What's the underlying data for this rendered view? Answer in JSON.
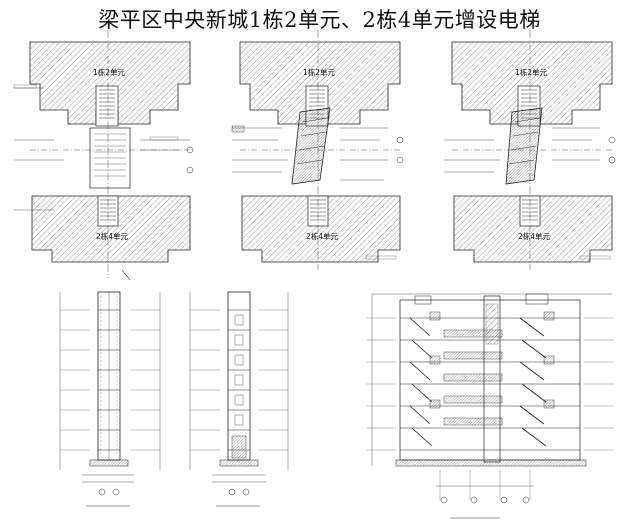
{
  "drawing": {
    "title": "梁平区中央新城1栋2单元、2栋4单元增设电梯"
  },
  "plans": [
    {
      "upper_label": "1栋2单元",
      "lower_label": "2栋4单元"
    },
    {
      "upper_label": "1栋2单元",
      "lower_label": "2栋4单元"
    },
    {
      "upper_label": "1栋2单元",
      "lower_label": "2栋4单元"
    }
  ],
  "colors": {
    "line": "#222222",
    "hatch": "#555555",
    "background": "#ffffff"
  },
  "elevations": [
    {
      "type": "tower-front"
    },
    {
      "type": "tower-side"
    },
    {
      "type": "building-section"
    }
  ]
}
